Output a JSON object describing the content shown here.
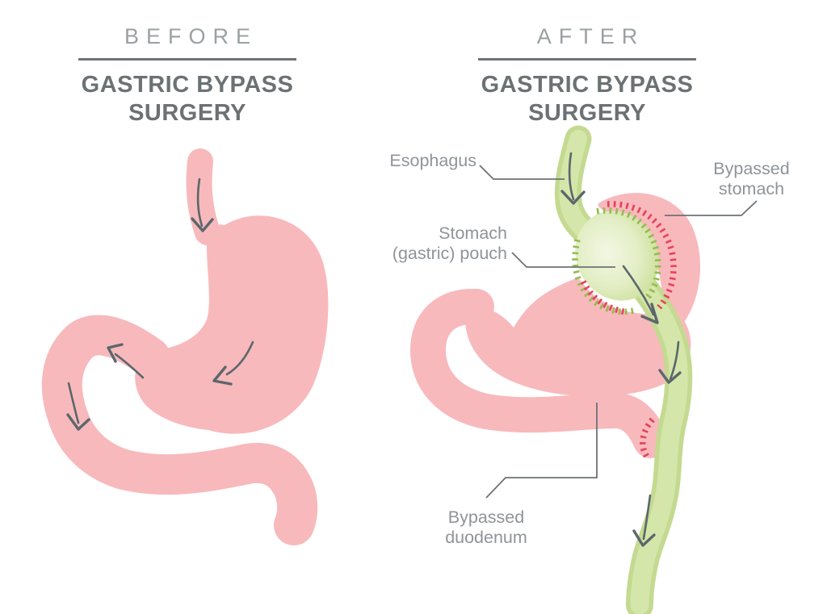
{
  "theme": {
    "bg": "#ffffff",
    "pink": "#f8b9bc",
    "green-outer": "#c3da90",
    "green-inner": "#d5e6aa",
    "stitch-green": "#94bd52",
    "stitch-red": "#e5425c",
    "arrow": "#5b676c",
    "heading": "#6c7174",
    "phase": "#9ba0a3",
    "label": "#8f9499",
    "leader": "#6d7275",
    "divider": "#6e7377"
  },
  "before": {
    "phase": "BEFORE",
    "title_lines": [
      "GASTRIC BYPASS",
      "SURGERY"
    ]
  },
  "after": {
    "phase": "AFTER",
    "title_lines": [
      "GASTRIC BYPASS",
      "SURGERY"
    ]
  },
  "labels": {
    "esophagus": {
      "lines": [
        "Esophagus"
      ]
    },
    "bypassed_stomach": {
      "lines": [
        "Bypassed",
        "stomach"
      ]
    },
    "gastric_pouch": {
      "lines": [
        "Stomach",
        "(gastric) pouch"
      ]
    },
    "bypassed_duodenum": {
      "lines": [
        "Bypassed",
        "duodenum"
      ]
    }
  }
}
